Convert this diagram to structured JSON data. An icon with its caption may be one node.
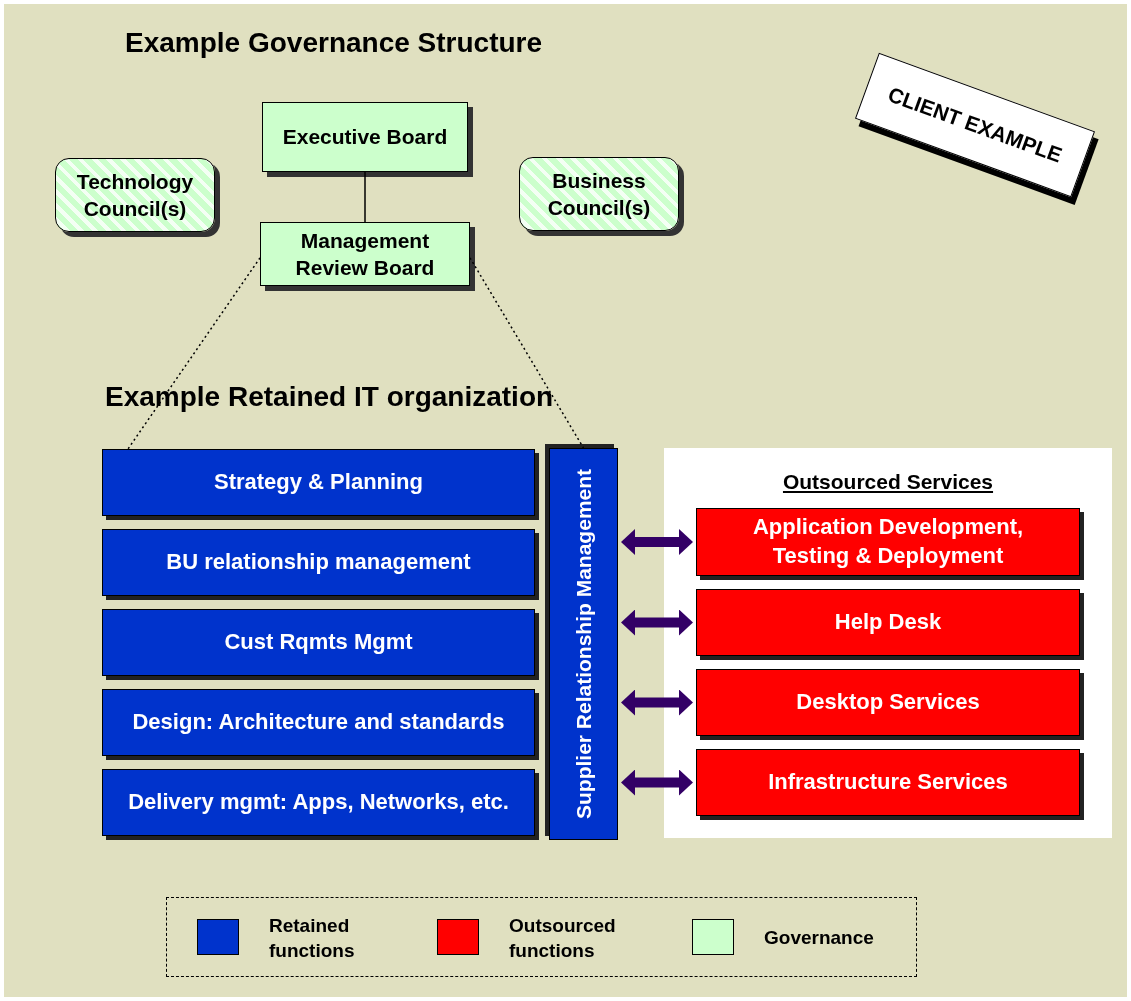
{
  "diagram": {
    "title": "Example Governance Structure",
    "nodes": [
      {
        "text": [
          "Executive Board"
        ]
      },
      {
        "text": [
          "Technology Council(s)"
        ]
      },
      {
        "text": [
          "Business Council(s)"
        ]
      },
      {
        "text": [
          "Management Review Board"
        ]
      },
      {
        "text": [
          "Strategy & Planning"
        ]
      },
      {
        "text": [
          "BU relationship management"
        ]
      },
      {
        "text": [
          "Cust Rqmts Mgmt"
        ]
      },
      {
        "text": [
          "Design: Architecture and standards"
        ]
      },
      {
        "text": [
          "Delivery mgmt: Apps, Networks, etc."
        ]
      },
      {
        "text": [
          "Supplier Relationship Management"
        ]
      },
      {
        "text": [
          "Outsourced Services"
        ]
      },
      {
        "text": [
          "Application Development, Testing & Deployment"
        ],
        "in": 10
      },
      {
        "text": [
          "Help Desk"
        ],
        "in": 10
      },
      {
        "text": [
          "Desktop Services"
        ],
        "in": 10
      },
      {
        "text": [
          "Infrastructure Services"
        ],
        "in": 10
      },
      {
        "text": [
          "CLIENT EXAMPLE"
        ]
      }
    ],
    "edges": [
      {
        "from": 0,
        "to": 3,
        "arrow": "none",
        "color": "#000000"
      },
      {
        "from": 3,
        "to": 4,
        "arrow": "none",
        "style": "dashed",
        "color": "#000000"
      },
      {
        "from": 3,
        "to": 9,
        "arrow": "none",
        "style": "dashed",
        "color": "#000000"
      },
      {
        "from": 9,
        "to": 11,
        "arrow": "both",
        "color": "#330066"
      },
      {
        "from": 9,
        "to": 12,
        "arrow": "both",
        "color": "#330066"
      },
      {
        "from": 9,
        "to": 13,
        "arrow": "both",
        "color": "#330066"
      },
      {
        "from": 9,
        "to": 14,
        "arrow": "both",
        "color": "#330066"
      }
    ],
    "labels": [
      "Example Retained IT organization"
    ],
    "legend": [
      {
        "text": "Retained functions",
        "color": "#0033cc"
      },
      {
        "text": "Outsourced functions",
        "color": "#ff0000"
      },
      {
        "text": "Governance",
        "color": "#ccffcc"
      }
    ]
  }
}
